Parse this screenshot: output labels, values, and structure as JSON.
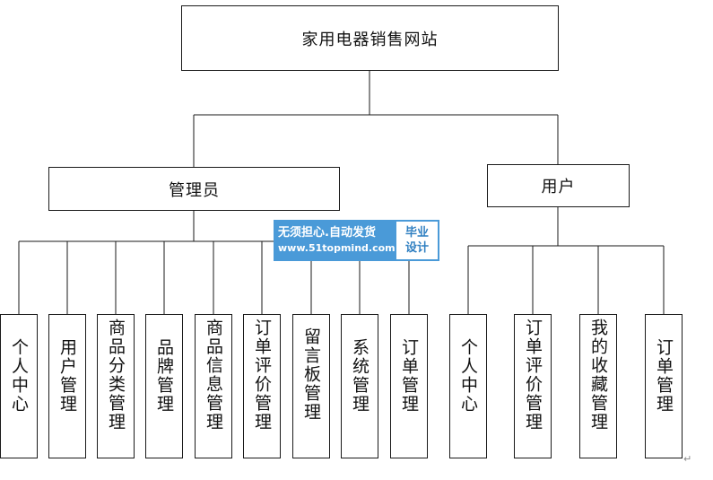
{
  "root": {
    "label": "家用电器销售网站"
  },
  "admin": {
    "label": "管理员",
    "children": [
      "个人中心",
      "用户管理",
      "商品分类管理",
      "品牌管理",
      "商品信息管理",
      "订单评价管理",
      "留言板管理",
      "系统管理",
      "订单管理"
    ]
  },
  "user": {
    "label": "用户",
    "children": [
      "个人中心",
      "订单评价管理",
      "我的收藏管理",
      "订单管理"
    ]
  },
  "watermark": {
    "line1": "无须担心.自动发货",
    "line2": "www.51topmind.com",
    "badge_top": "毕业",
    "badge_bottom": "设计"
  },
  "corner_mark": "↵"
}
